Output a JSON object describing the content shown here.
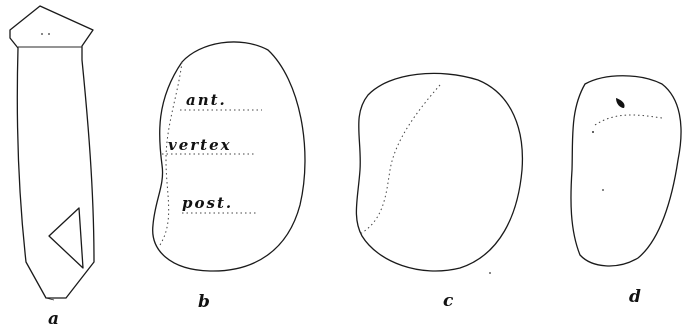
{
  "panels": [
    {
      "letter": "a"
    },
    {
      "letter": "b",
      "labels": [
        "ant.",
        "vertex",
        "post."
      ]
    },
    {
      "letter": "c"
    },
    {
      "letter": "d"
    }
  ]
}
